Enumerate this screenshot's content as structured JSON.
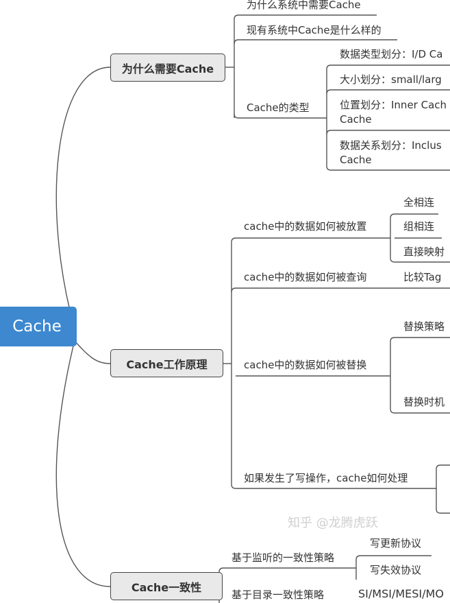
{
  "root": {
    "label": "Cache",
    "color": "#3d88cf"
  },
  "branches": [
    {
      "label": "为什么需要Cache",
      "children": [
        {
          "label": "为什么系统中需要Cache"
        },
        {
          "label": "现有系统中Cache是什么样的"
        },
        {
          "label": "Cache的类型",
          "children": [
            "数据类型划分：I/D Ca",
            "大小划分：small/larg",
            "位置划分：Inner Cach\nCache",
            "数据关系划分：Inclus\nCache"
          ]
        }
      ]
    },
    {
      "label": "Cache工作原理",
      "children": [
        {
          "label": "cache中的数据如何被放置",
          "children": [
            "全相连",
            "组相连",
            "直接映射"
          ]
        },
        {
          "label": "cache中的数据如何被查询",
          "children": [
            "比较Tag"
          ]
        },
        {
          "label": "cache中的数据如何被替换",
          "children": [
            "替换策略",
            "替换时机"
          ]
        },
        {
          "label": "如果发生了写操作，cache如何处理"
        }
      ]
    },
    {
      "label": "Cache一致性",
      "children": [
        {
          "label": "基于监听的一致性策略",
          "children": [
            "写更新协议",
            "写失效协议"
          ]
        },
        {
          "label": "基于目录一致性策略",
          "children": [
            "SI/MSI/MESI/MO"
          ]
        }
      ]
    }
  ],
  "watermark": "知乎 @龙腾虎跃"
}
